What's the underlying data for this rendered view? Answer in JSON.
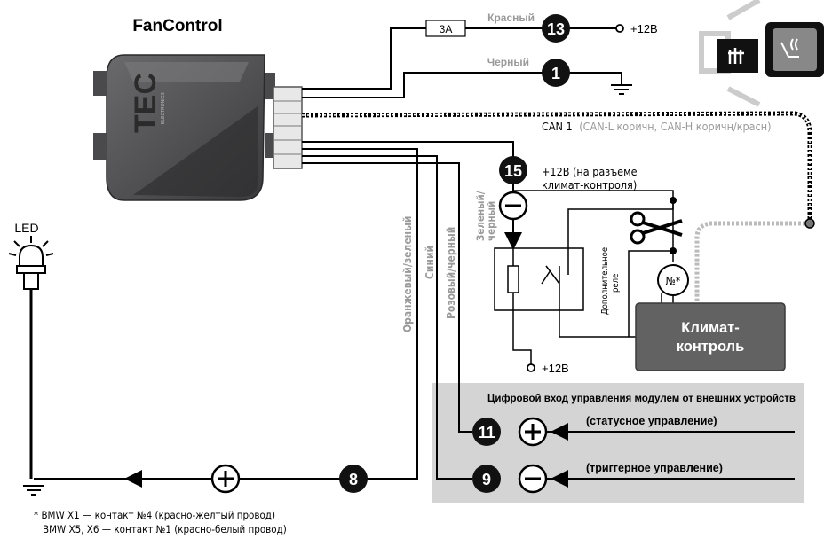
{
  "device": {
    "title": "FanControl",
    "brand": "TEC",
    "brand_sub": "ELECTRONICS"
  },
  "led": {
    "label": "LED"
  },
  "fuse": {
    "label": "3A"
  },
  "wires": {
    "red": "Красный",
    "black": "Черный",
    "can": "CAN 1",
    "can_detail": "(CAN-L коричн, CAN-H коричн/красн)",
    "orange_green": "Оранжевый/зеленый",
    "blue": "Синий",
    "pink_black": "Розовый/черный",
    "green_black_1": "Зеленый/",
    "green_black_2": "черный"
  },
  "pins": {
    "p13": "13",
    "p1": "1",
    "p15": "15",
    "p11": "11",
    "p9": "9",
    "p8": "8"
  },
  "supply": {
    "plus12_top": "+12В",
    "plus12_relay": "+12В",
    "climate_note_1": "+12В (на разъеме",
    "climate_note_2": "климат-контроля)"
  },
  "relay": {
    "label_1": "Дополнительное",
    "label_2": "реле"
  },
  "climate": {
    "label_1": "Климат-",
    "label_2": "контроль",
    "contact": "№*"
  },
  "digital_input": {
    "title": "Цифровой вход управления модулем от внешних устройств",
    "status": "(статусное управление)",
    "trigger": "(триггерное управление)"
  },
  "footnote": {
    "line1": "* BMW X1 — контакт №4 (красно-желтый провод)",
    "line2": "BMW X5, X6 — контакт №1 (красно-белый провод)"
  },
  "colors": {
    "wire": "#000000",
    "pin_fill": "#111111",
    "wire_label": "#9a9a9a",
    "panel": "#d4d4d4",
    "climate_box": "#626262",
    "device_body": "#4a4a4c"
  }
}
